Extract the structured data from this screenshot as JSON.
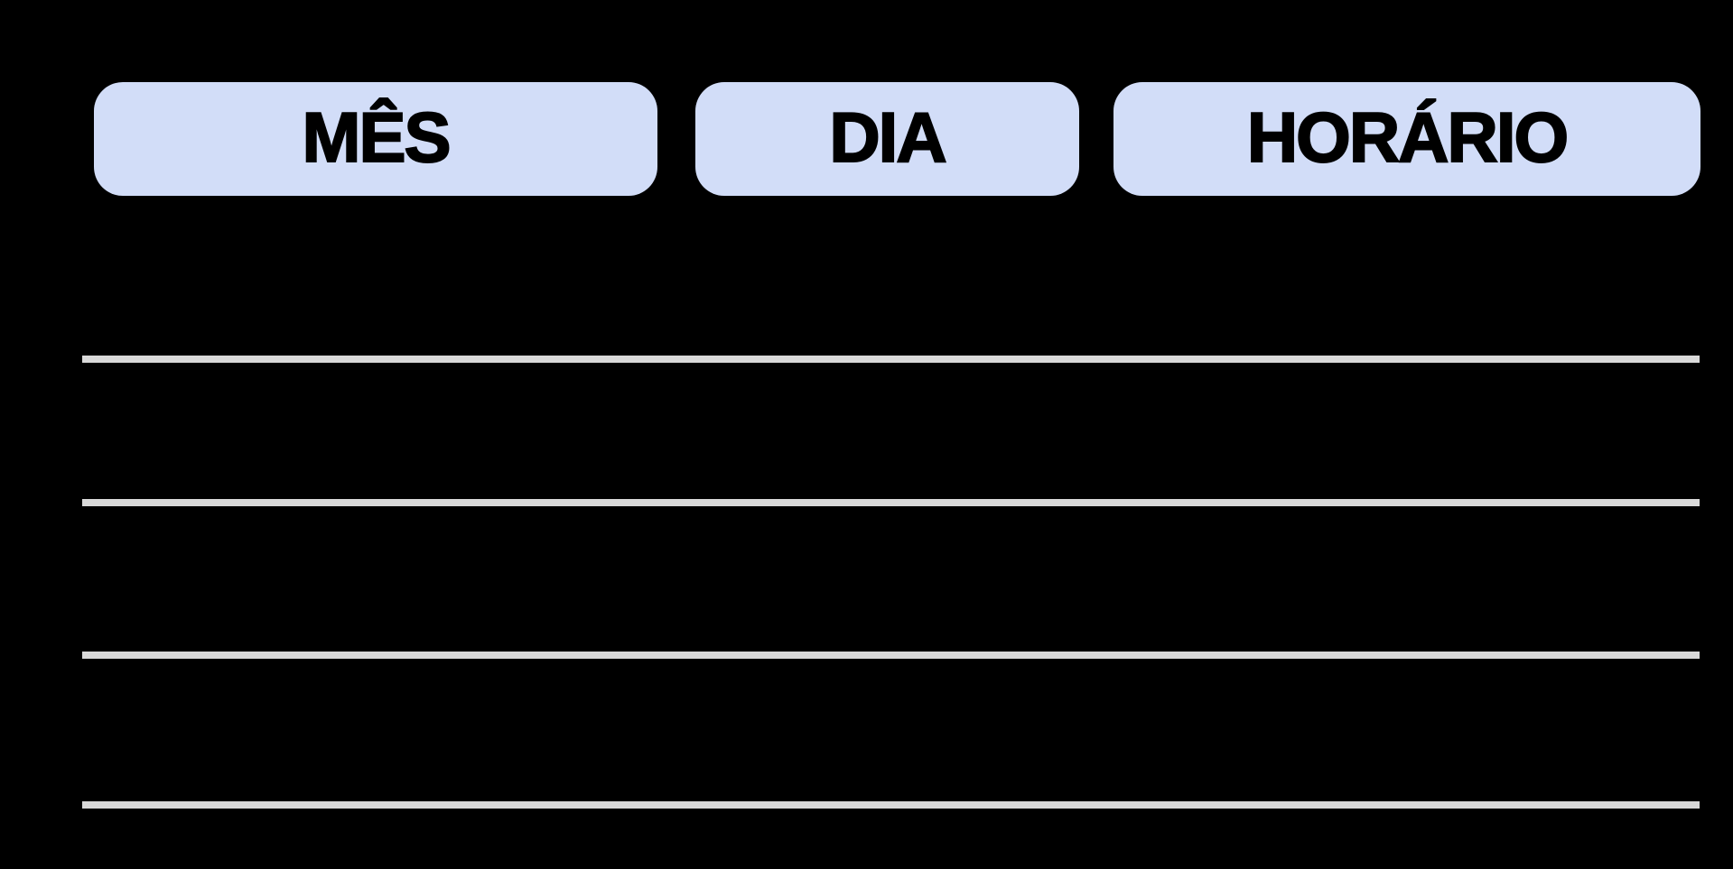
{
  "slide": {
    "background_color": "#000000"
  },
  "header": {
    "pill_color": "#d2ddf8",
    "text_color": "#000000",
    "columns": [
      {
        "id": "mes",
        "label": "MÊS"
      },
      {
        "id": "dia",
        "label": "DIA"
      },
      {
        "id": "horario",
        "label": "HORÁRIO"
      }
    ]
  },
  "writing_lines": {
    "count": 4,
    "color": "#d9d9d9"
  }
}
